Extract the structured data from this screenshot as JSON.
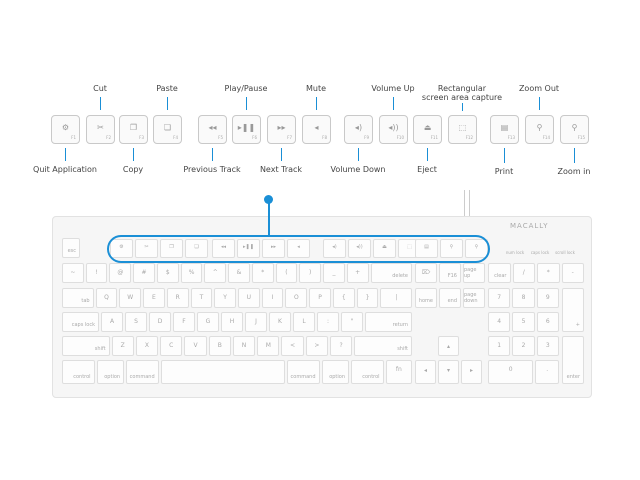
{
  "callouts_top": [
    {
      "text": "Cut",
      "key": 1
    },
    {
      "text": "Paste",
      "key": 3
    },
    {
      "text": "Play/Pause",
      "key": 5
    },
    {
      "text": "Mute",
      "key": 7
    },
    {
      "text": "Volume Up",
      "key": 9
    },
    {
      "text": "Rectangular\nscreen area capture",
      "key": 11
    },
    {
      "text": "Zoom Out",
      "key": 13
    }
  ],
  "callouts_bottom": [
    {
      "text": "Quit Application",
      "key": 0
    },
    {
      "text": "Copy",
      "key": 2
    },
    {
      "text": "Previous Track",
      "key": 4
    },
    {
      "text": "Next Track",
      "key": 6
    },
    {
      "text": "Volume Down",
      "key": 8
    },
    {
      "text": "Eject",
      "key": 10
    },
    {
      "text": "Print",
      "key": 12
    },
    {
      "text": "Zoom in",
      "key": 14
    }
  ],
  "function_keys": [
    {
      "icon": "quit-icon",
      "glyph": "⚙",
      "fn": "F1"
    },
    {
      "icon": "scissors-icon",
      "glyph": "✂",
      "fn": "F2"
    },
    {
      "icon": "copy-icon",
      "glyph": "❐",
      "fn": "F3"
    },
    {
      "icon": "paste-icon",
      "glyph": "❏",
      "fn": "F4"
    },
    {
      "icon": "rewind-icon",
      "glyph": "◂◂",
      "fn": "F5"
    },
    {
      "icon": "play-pause-icon",
      "glyph": "▸❚❚",
      "fn": "F6"
    },
    {
      "icon": "fast-forward-icon",
      "glyph": "▸▸",
      "fn": "F7"
    },
    {
      "icon": "mute-icon",
      "glyph": "◂",
      "fn": "F8"
    },
    {
      "icon": "volume-down-icon",
      "glyph": "◂)",
      "fn": "F9"
    },
    {
      "icon": "volume-up-icon",
      "glyph": "◂))",
      "fn": "F10"
    },
    {
      "icon": "eject-icon",
      "glyph": "⏏",
      "fn": "F11"
    },
    {
      "icon": "screen-capture-icon",
      "glyph": "⬚",
      "fn": "F12"
    },
    {
      "icon": "print-icon",
      "glyph": "▤",
      "fn": "F13"
    },
    {
      "icon": "zoom-out-icon",
      "glyph": "⚲",
      "fn": "F14"
    },
    {
      "icon": "zoom-in-icon",
      "glyph": "⚲",
      "fn": "F15"
    }
  ],
  "brand": "MACALLY",
  "indicators": [
    "num lock",
    "caps lock",
    "scroll lock"
  ],
  "keyboard": {
    "fn_row": [
      "esc"
    ],
    "row1": [
      "~",
      "!",
      "@",
      "#",
      "$",
      "%",
      "^",
      "&",
      "*",
      "(",
      ")",
      "_",
      "+",
      "delete"
    ],
    "row2": [
      "tab",
      "Q",
      "W",
      "E",
      "R",
      "T",
      "Y",
      "U",
      "I",
      "O",
      "P",
      "{",
      "}",
      "|"
    ],
    "row3": [
      "caps lock",
      "A",
      "S",
      "D",
      "F",
      "G",
      "H",
      "J",
      "K",
      "L",
      ":",
      "\"",
      "return"
    ],
    "row4": [
      "shift",
      "Z",
      "X",
      "C",
      "V",
      "B",
      "N",
      "M",
      "<",
      ">",
      "?",
      "shift"
    ],
    "row5": [
      "control",
      "option",
      "command",
      "",
      "command",
      "option",
      "control",
      "fn"
    ],
    "nav1": [
      "⌦",
      "F16",
      "page up"
    ],
    "nav2": [
      "home",
      "end",
      "page down"
    ],
    "arrows": [
      "◂",
      "▴",
      "▾",
      "▸"
    ],
    "num1": [
      "clear",
      "/",
      "*",
      "-"
    ],
    "num2": [
      "7",
      "8",
      "9",
      "+"
    ],
    "num3": [
      "4",
      "5",
      "6"
    ],
    "num4": [
      "1",
      "2",
      "3",
      "enter"
    ],
    "num5": [
      "0",
      "."
    ]
  }
}
